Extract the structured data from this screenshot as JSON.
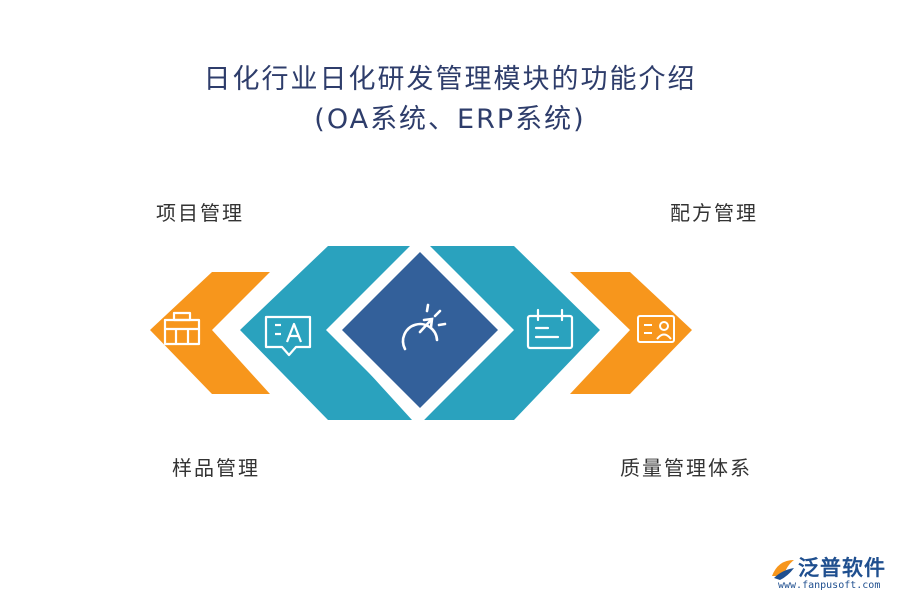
{
  "title": {
    "line1": "日化行业日化研发管理模块的功能介绍",
    "line2": "(OA系统、ERP系统)"
  },
  "labels": {
    "top_left": "项目管理",
    "top_right": "配方管理",
    "bottom_left": "样品管理",
    "bottom_right": "质量管理体系"
  },
  "colors": {
    "orange": "#f7961c",
    "teal": "#2aa2be",
    "navy": "#33609a",
    "title": "#2e3d6b",
    "logo": "#1f4f8f"
  },
  "icons": {
    "left_orange": "toolbox-icon",
    "left_teal": "text-chat-icon",
    "center": "dashboard-speed-icon",
    "right_teal": "calendar-icon",
    "right_orange": "profile-card-icon"
  },
  "logo": {
    "name": "泛普软件",
    "url": "www.fanpusoft.com"
  }
}
